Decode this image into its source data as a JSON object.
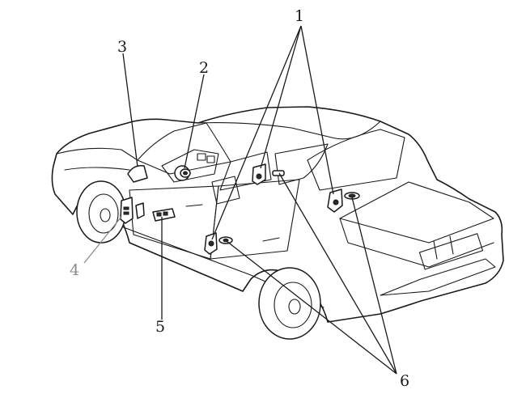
{
  "diagram": {
    "callouts": [
      {
        "id": "1",
        "label": "1"
      },
      {
        "id": "2",
        "label": "2"
      },
      {
        "id": "3",
        "label": "3"
      },
      {
        "id": "4",
        "label": "4",
        "color": "#8a8a8a"
      },
      {
        "id": "5",
        "label": "5"
      },
      {
        "id": "6",
        "label": "6"
      }
    ],
    "colors": {
      "ink": "#1a1a1a",
      "muted_callout": "#8a8a8a",
      "background": "#ffffff"
    }
  }
}
